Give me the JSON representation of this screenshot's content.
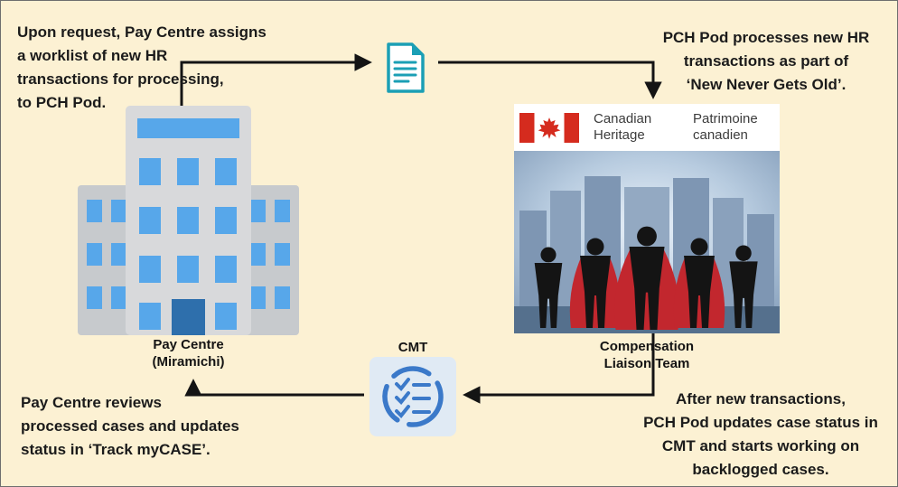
{
  "diagram": {
    "background": "#FCF1D3",
    "arrow_color": "#141414"
  },
  "annotations": {
    "top_left": {
      "lines": [
        "Upon request, Pay Centre assigns",
        "a worklist of new HR",
        "transactions for processing,",
        "to PCH Pod."
      ]
    },
    "top_right": {
      "lines": [
        "PCH Pod processes new HR",
        "transactions as part of",
        "‘New Never Gets Old’."
      ]
    },
    "bottom_left": {
      "lines": [
        "Pay Centre reviews",
        "processed cases and updates",
        "status in ‘Track myCASE’."
      ]
    },
    "bottom_right": {
      "lines": [
        "After new transactions,",
        "PCH Pod updates case status in",
        "CMT and starts working on",
        "backlogged cases."
      ]
    }
  },
  "nodes": {
    "pay_centre": {
      "label": "Pay Centre",
      "sublabel": "(Miramichi)",
      "building_color": "#D8D9DB",
      "window_color": "#57A7EA"
    },
    "document": {
      "icon": "document-icon",
      "color": "#1B9FB5"
    },
    "pch_pod": {
      "banner": {
        "english": [
          "Canadian",
          "Heritage"
        ],
        "french": [
          "Patrimoine",
          "canadien"
        ],
        "flag_red": "#D52B1E"
      },
      "label": "Compensation",
      "sublabel": "Liaison Team",
      "cape_color": "#C2272E"
    },
    "cmt": {
      "label": "CMT",
      "color": "#3B79C9"
    }
  }
}
